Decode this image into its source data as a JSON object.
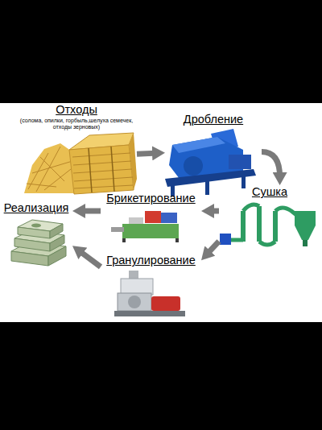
{
  "diagram": {
    "nodes": [
      {
        "text": [
          "Отходы",
          "(солома, опилки, горбыль,шелуха семечек, отходы зерновых)"
        ]
      },
      {
        "text": [
          "Дробление"
        ]
      },
      {
        "text": [
          "Сушка"
        ]
      },
      {
        "text": [
          "Брикетирование"
        ]
      },
      {
        "text": [
          "Гранулирование"
        ]
      },
      {
        "text": [
          "Реализация"
        ]
      }
    ],
    "edges": [
      {
        "from": 0,
        "to": 1,
        "arrow": "to"
      },
      {
        "from": 1,
        "to": 2,
        "arrow": "to"
      },
      {
        "from": 2,
        "to": 3,
        "arrow": "to"
      },
      {
        "from": 2,
        "to": 4,
        "arrow": "to"
      },
      {
        "from": 3,
        "to": 5,
        "arrow": "to"
      },
      {
        "from": 4,
        "to": 5,
        "arrow": "to"
      }
    ]
  }
}
